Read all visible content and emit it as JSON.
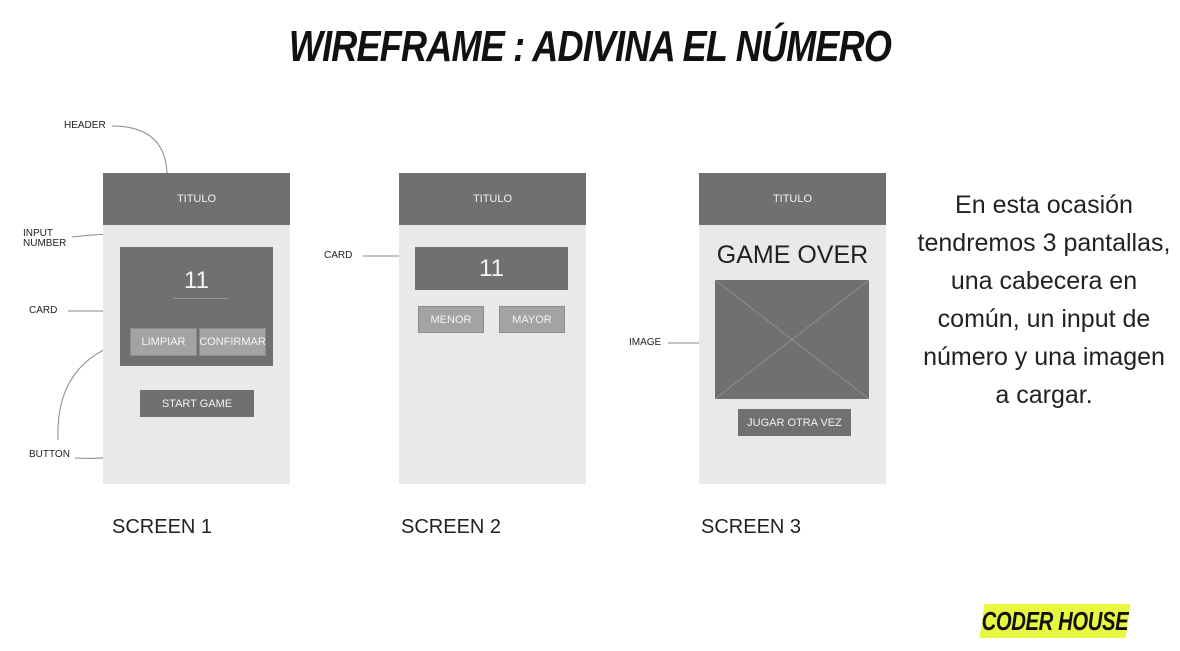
{
  "title": "WIREFRAME : ADIVINA EL NÚMERO",
  "callouts": {
    "header": "HEADER",
    "input_number_line1": "INPUT",
    "input_number_line2": "NUMBER",
    "card_screen1": "CARD",
    "button": "BUTTON",
    "card_screen2": "CARD",
    "image": "IMAGE"
  },
  "screen1": {
    "header": "TITULO",
    "number": "11",
    "clear_button": "LIMPIAR",
    "confirm_button": "CONFIRMAR",
    "start_button": "START GAME",
    "label": "SCREEN 1"
  },
  "screen2": {
    "header": "TITULO",
    "number": "11",
    "lower_button": "MENOR",
    "higher_button": "MAYOR",
    "label": "SCREEN 2"
  },
  "screen3": {
    "header": "TITULO",
    "game_over": "GAME OVER",
    "play_again_button": "JUGAR OTRA VEZ",
    "label": "SCREEN 3"
  },
  "description": "En esta ocasión tendremos 3 pantallas, una cabecera en común, un input de número y una imagen a cargar.",
  "logo": "CODER HOUSE",
  "colors": {
    "logo_background": "#e8f740",
    "wireframe_dark": "#707070",
    "wireframe_light": "#e9e9e9"
  }
}
